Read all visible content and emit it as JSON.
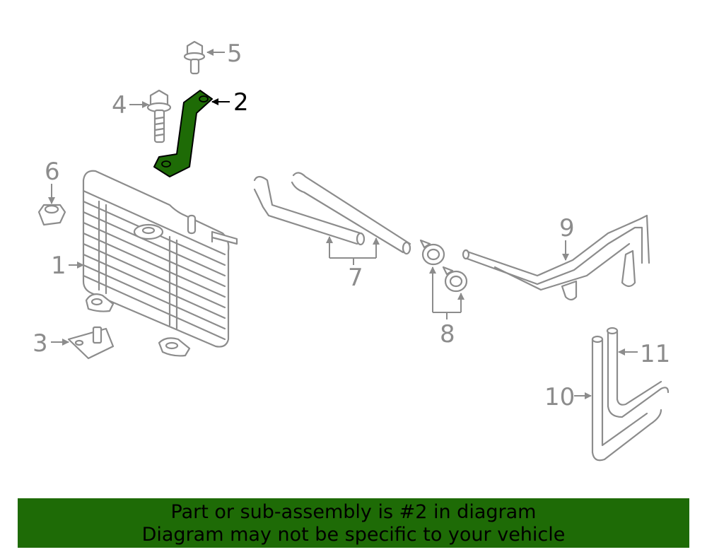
{
  "diagram": {
    "callouts": [
      "1",
      "2",
      "3",
      "4",
      "5",
      "6",
      "7",
      "8",
      "9",
      "10",
      "11"
    ],
    "highlighted_part": "2",
    "colors": {
      "line": "#8c8c8c",
      "highlight_fill": "#1e6b06",
      "highlight_text": "#000000"
    }
  },
  "banner": {
    "line1": "Part or sub-assembly is #2 in diagram",
    "line2": "Diagram may not be specific to your vehicle",
    "background": "#1e6b06"
  }
}
